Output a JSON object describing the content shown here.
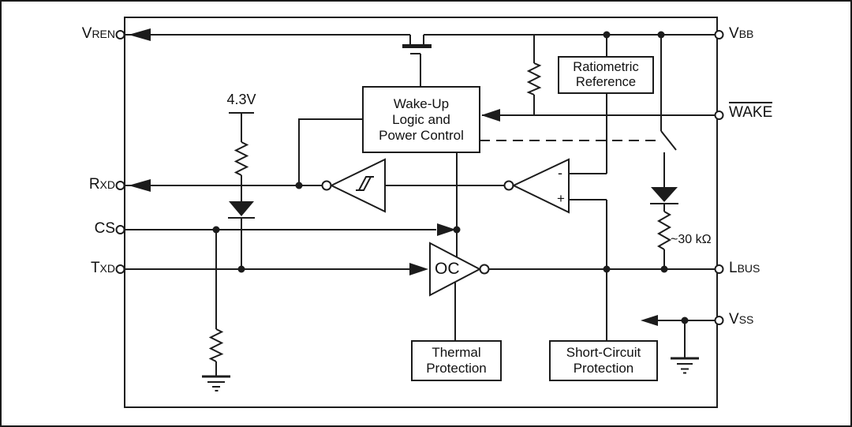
{
  "diagram": {
    "type": "circuit-block-diagram",
    "colors": {
      "line": "#1c1c1c",
      "background": "#ffffff"
    },
    "blocks": {
      "wake_up_logic": {
        "lines": [
          "Wake-Up",
          "Logic and",
          "Power Control"
        ]
      },
      "ratiometric_reference": {
        "lines": [
          "Ratiometric",
          "Reference"
        ]
      },
      "thermal_protection": {
        "lines": [
          "Thermal",
          "Protection"
        ]
      },
      "short_circuit_protection": {
        "lines": [
          "Short-Circuit",
          "Protection"
        ]
      }
    },
    "labels": {
      "supply_voltage": "4.3V",
      "bus_resistor_value": "~30 kΩ",
      "oc_driver": "OC",
      "comparator_minus": "-",
      "comparator_plus": "+"
    },
    "pins": {
      "left": [
        {
          "id": "vren",
          "main": "V",
          "sub": "REN"
        },
        {
          "id": "rxd",
          "main": "R",
          "sub": "XD"
        },
        {
          "id": "cs",
          "main": "CS",
          "sub": ""
        },
        {
          "id": "txd",
          "main": "T",
          "sub": "XD"
        }
      ],
      "right": [
        {
          "id": "vbb",
          "main": "V",
          "sub": "BB"
        },
        {
          "id": "wake",
          "main": "WAKE",
          "sub": "",
          "overline": true
        },
        {
          "id": "lbus",
          "main": "L",
          "sub": "BUS"
        },
        {
          "id": "vss",
          "main": "V",
          "sub": "SS"
        }
      ]
    },
    "symbols": [
      "mosfet",
      "resistor",
      "diode",
      "switch",
      "schmitt-buffer",
      "comparator",
      "open-collector-driver",
      "ground",
      "junction-dot",
      "pin-terminal"
    ]
  }
}
